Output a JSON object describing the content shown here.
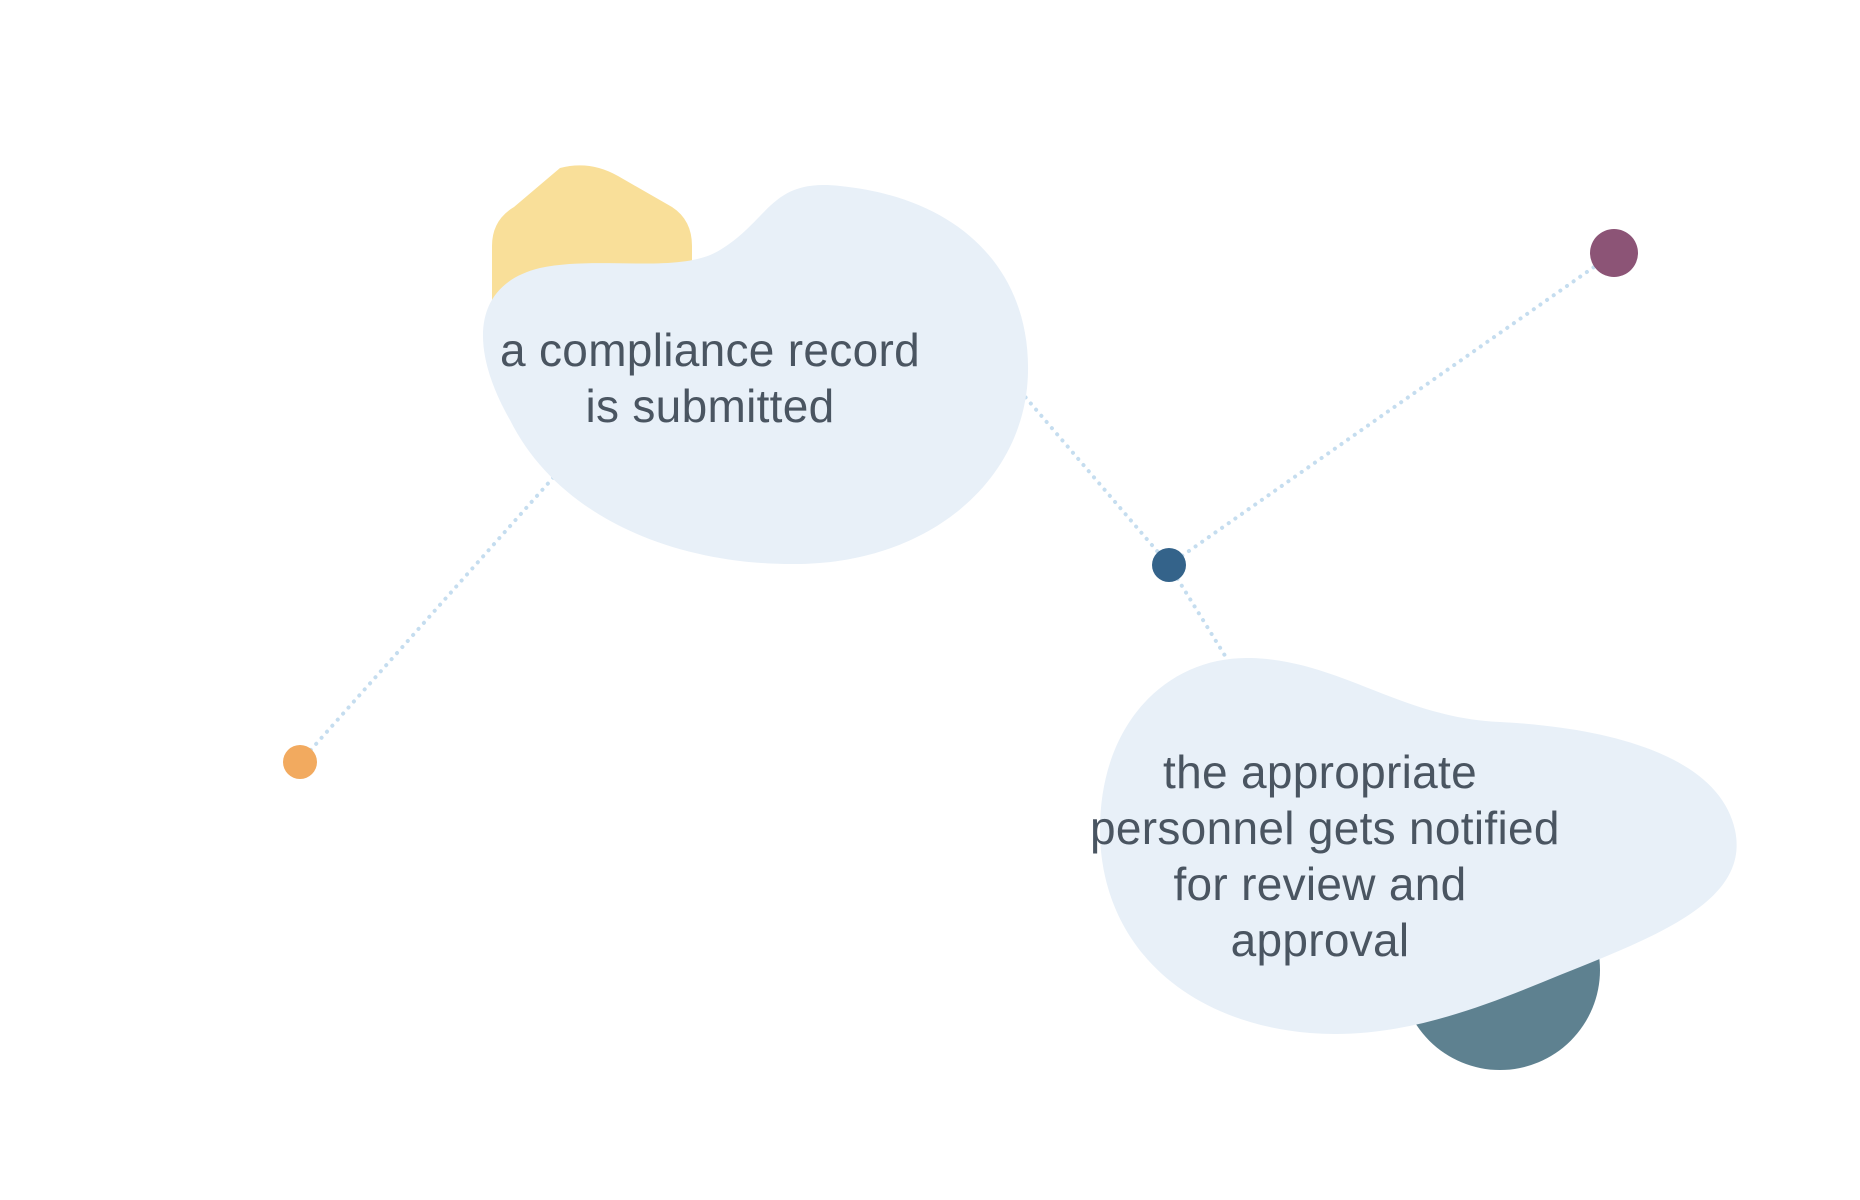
{
  "diagram": {
    "type": "flow-connector",
    "colors": {
      "background": "#ffffff",
      "blob_fill": "#e8f0f8",
      "connector": "#c5ddef",
      "text": "#4a5561",
      "accent_hexagon": "#f9df99",
      "accent_circle": "#5e8190",
      "node_orange": "#f2aa5f",
      "node_blue": "#34638a",
      "node_purple": "#8c5476"
    },
    "nodes": [
      {
        "id": "step-1",
        "lines": [
          "a compliance record",
          "is submitted"
        ]
      },
      {
        "id": "step-2",
        "lines": [
          "the appropriate",
          "personnel gets notified",
          "for review and",
          "approval"
        ]
      }
    ],
    "junctions": [
      {
        "id": "orange-dot",
        "color_key": "node_orange"
      },
      {
        "id": "blue-dot",
        "color_key": "node_blue"
      },
      {
        "id": "purple-dot",
        "color_key": "node_purple"
      }
    ],
    "connections": [
      {
        "from": "orange-dot",
        "to": "step-1"
      },
      {
        "from": "step-1",
        "to": "blue-dot"
      },
      {
        "from": "blue-dot",
        "to": "purple-dot"
      },
      {
        "from": "blue-dot",
        "to": "step-2"
      }
    ]
  }
}
